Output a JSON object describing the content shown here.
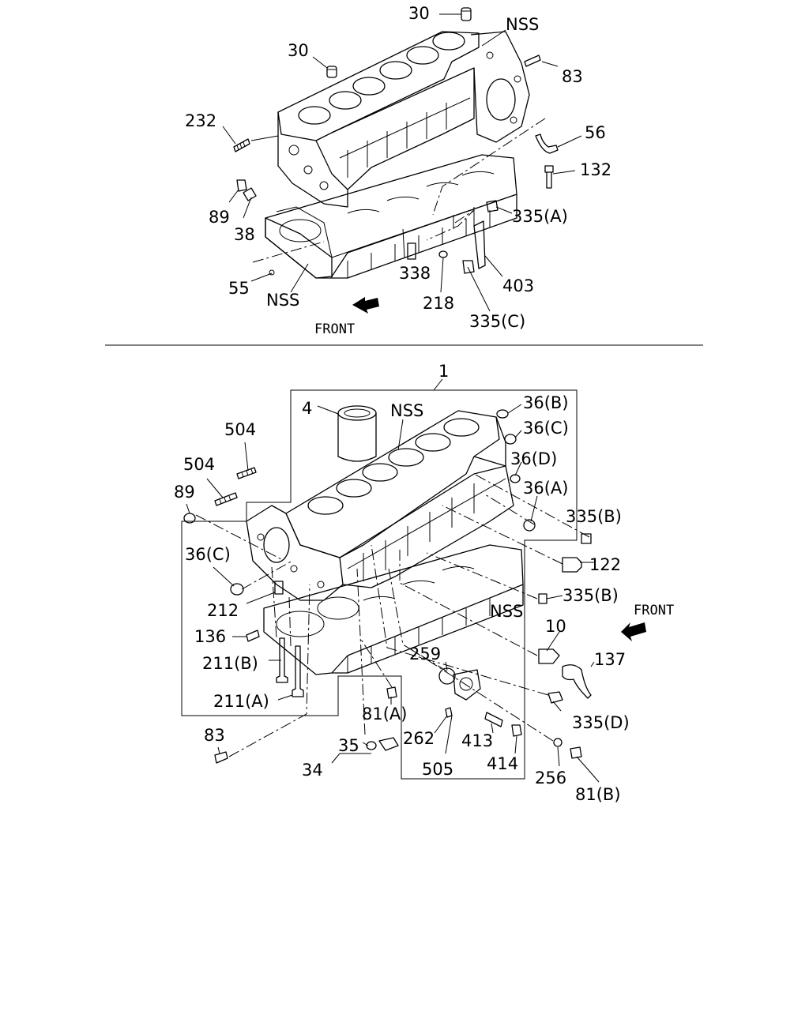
{
  "top_diagram": {
    "labels": {
      "p30a": "30",
      "p30b": "30",
      "nss1": "NSS",
      "p83": "83",
      "p232": "232",
      "p56": "56",
      "p132": "132",
      "p89": "89",
      "p38": "38",
      "p335a": "335(A)",
      "p55": "55",
      "nss2": "NSS",
      "p338": "338",
      "p403": "403",
      "p218": "218",
      "p335c": "335(C)",
      "front": "FRONT"
    }
  },
  "bottom_diagram": {
    "labels": {
      "p1": "1",
      "p4": "4",
      "nss1": "NSS",
      "p36b": "36(B)",
      "p36c_top": "36(C)",
      "p36d": "36(D)",
      "p36a": "36(A)",
      "p335b1": "335(B)",
      "p122": "122",
      "p335b2": "335(B)",
      "nss2": "NSS",
      "front": "FRONT",
      "p10": "10",
      "p137": "137",
      "p504a": "504",
      "p504b": "504",
      "p89": "89",
      "p36c": "36(C)",
      "p212": "212",
      "p136": "136",
      "p211b": "211(B)",
      "p211a": "211(A)",
      "p259": "259",
      "p81a": "81(A)",
      "p335d": "335(D)",
      "p262": "262",
      "p413": "413",
      "p35": "35",
      "p34": "34",
      "p505": "505",
      "p414": "414",
      "p83": "83",
      "p256": "256",
      "p81b": "81(B)"
    }
  }
}
